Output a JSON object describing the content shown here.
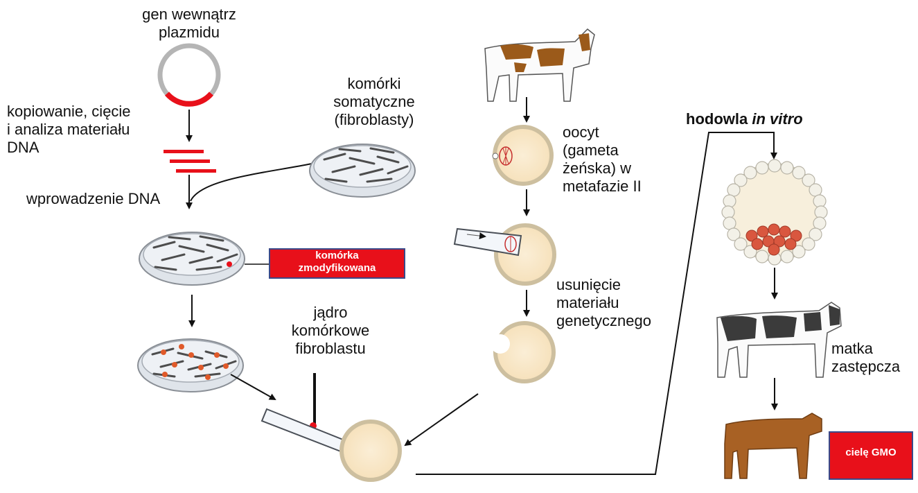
{
  "labels": {
    "plasmid_gene": "gen wewnątrz\nplazmidu",
    "copy_cut": "kopiowanie, cięcie\ni analiza materiału\nDNA",
    "somatic_cells": "komórki\nsomatyczne\n(fibroblasty)",
    "dna_intro": "wprowadzenie DNA",
    "modified_cell": "komórka\nzmodyfikowana",
    "nucleus": "jądro\nkomórkowe\nfibroblastu",
    "oocyte": "oocyt\n(gameta\nżeńska) w\nmetafazie II",
    "removal": "usunięcie\nmateriału\ngenetycznego",
    "culture_prefix": "hodowla ",
    "culture_italic": "in vitro",
    "surrogate": "matka\nzastępcza",
    "gmo_calf": "cielę GMO"
  },
  "colors": {
    "accent_red": "#e8101a",
    "dish_fill": "#e3e8ee",
    "cell_fill": "#f9e6c4",
    "cell_rim": "#d9ccae",
    "blasto_red": "#d9573f",
    "cow_brown": "#9b5a1a",
    "calf_brown": "#a86124",
    "cow_black": "#3b3b3b"
  },
  "icons": [
    "plasmid-icon",
    "dna-fragments-icon",
    "petri-dish-icon",
    "cow-icon",
    "oocyte-icon",
    "pipette-icon",
    "blastocyst-icon",
    "calf-icon"
  ]
}
